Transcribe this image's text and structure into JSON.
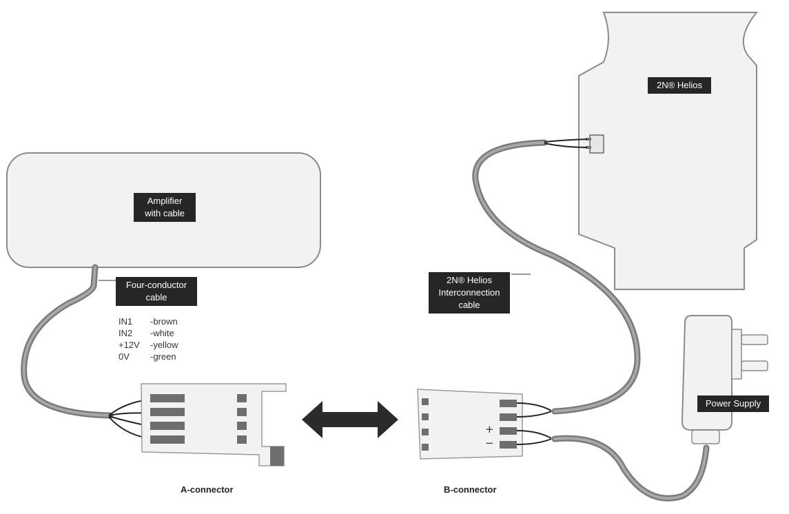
{
  "labels": {
    "amplifier_line1": "Amplifier",
    "amplifier_line2": "with cable",
    "four_conductor_line1": "Four-conductor",
    "four_conductor_line2": "cable",
    "helios": "2N® Helios",
    "interconnect_line1": "2N® Helios",
    "interconnect_line2": "Interconnection",
    "interconnect_line3": "cable",
    "power_supply": "Power Supply",
    "a_connector": "A-connector",
    "b_connector": "B-connector",
    "plus": "+",
    "minus": "−"
  },
  "wires": [
    {
      "pin": "IN1",
      "color": "-brown"
    },
    {
      "pin": "IN2",
      "color": "-white"
    },
    {
      "pin": "+12V",
      "color": "-yellow"
    },
    {
      "pin": "0V",
      "color": "-green"
    }
  ],
  "colors": {
    "body_fill": "#f2f2f2",
    "body_stroke": "#8a8a8a",
    "cable": "#7a7a7a",
    "label_bg": "#262626",
    "pad": "#6e6e6e"
  }
}
